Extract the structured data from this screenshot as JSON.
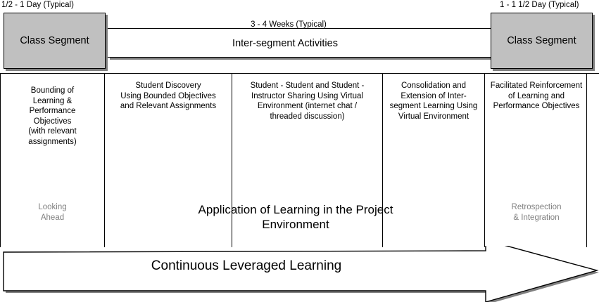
{
  "diagram": {
    "title": "Continuous Leveraged Learning blended-learning timeline",
    "durations": {
      "left": "1/2 - 1 Day (Typical)",
      "middle": "3 - 4 Weeks (Typical)",
      "right": "1 - 1 1/2 Day (Typical)"
    },
    "class_segment_left": "Class Segment",
    "class_segment_right": "Class Segment",
    "inter_segment_label": "Inter-segment Activities",
    "columns": [
      {
        "id": "bounding",
        "top_text": "Bounding of\nLearning &\nPerformance\nObjectives\n(with relevant\nassignments)",
        "bottom_text": "Looking\nAhead",
        "bottom_grey": true
      },
      {
        "id": "student-discovery",
        "top_text": "Student Discovery\nUsing Bounded Objectives\nand Relevant Assignments",
        "bottom_text": "",
        "bottom_grey": false
      },
      {
        "id": "sharing",
        "top_text": "Student - Student and Student -\nInstructor Sharing Using Virtual\nEnvironment (internet chat /\nthreaded discussion)",
        "bottom_text": "",
        "bottom_grey": false
      },
      {
        "id": "consolidation",
        "top_text": "Consolidation and\nExtension of Inter-\nsegment Learning Using\nVirtual Environment",
        "bottom_text": "",
        "bottom_grey": false
      },
      {
        "id": "facilitated-reinforcement",
        "top_text": "Facilitated Reinforcement\nof Learning and\nPerformance Objectives",
        "bottom_text": "Retrospection\n& Integration",
        "bottom_grey": true
      }
    ],
    "application_label": "Application of Learning in the Project\nEnvironment",
    "banner_label": "Continuous Leveraged Learning",
    "colors": {
      "box_fill": "#c0c0c0",
      "shadow": "#808080",
      "grey_text": "#808080",
      "line": "#000000"
    }
  }
}
